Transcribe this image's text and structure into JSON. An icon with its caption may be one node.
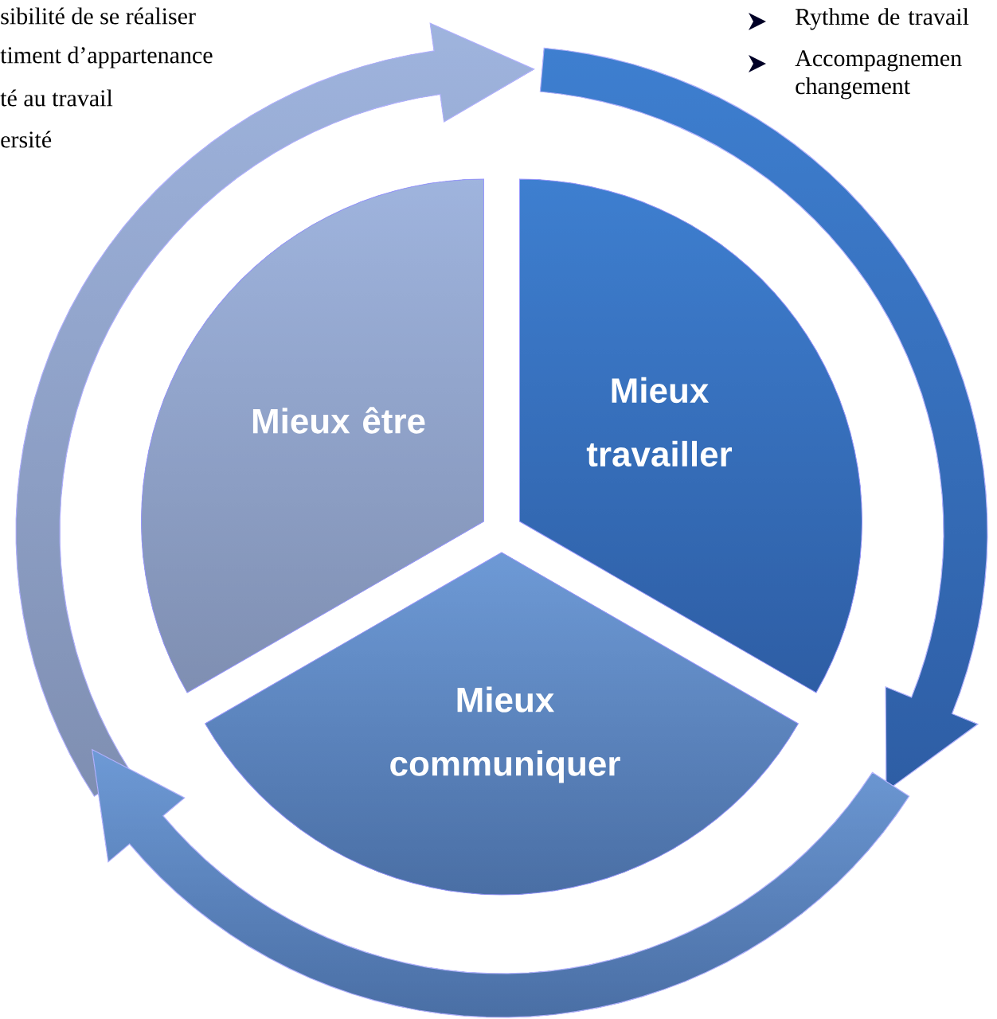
{
  "diagram": {
    "nodes": [
      {
        "text": [
          "Mieux être"
        ]
      },
      {
        "text": [
          "Mieux travailler"
        ]
      },
      {
        "text": [
          "Mieux communiquer"
        ]
      }
    ],
    "edges": [
      {
        "from": 0,
        "to": 1,
        "arrow": "to"
      },
      {
        "from": 1,
        "to": 2,
        "arrow": "to"
      },
      {
        "from": 0,
        "to": 2,
        "arrow": "to"
      }
    ],
    "labels": [
      "sibilité de se réaliser",
      "timent d’appartenance",
      "té au travail",
      "ersité",
      "Rythme de travail",
      "Accompagnemen changement"
    ]
  }
}
